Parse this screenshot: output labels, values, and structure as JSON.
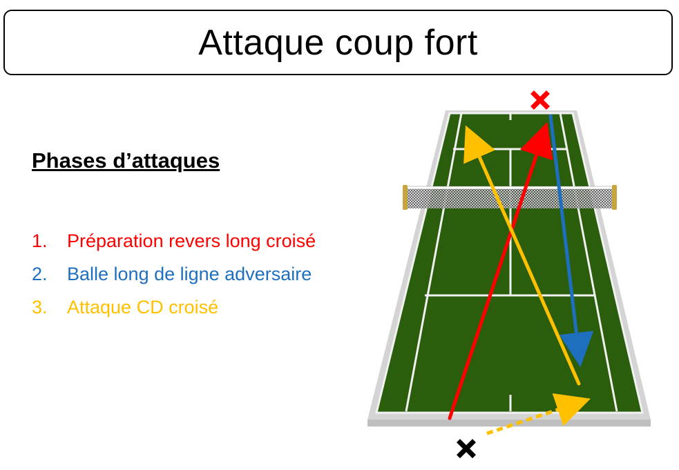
{
  "title": "Attaque coup fort",
  "phases": {
    "heading": "Phases d’attaques",
    "items": [
      {
        "number": "1.",
        "text": "Préparation revers long croisé",
        "color": "#ff0000"
      },
      {
        "number": "2.",
        "text": "Balle long de ligne adversaire",
        "color": "#1f6fbf"
      },
      {
        "number": "3.",
        "text": "Attaque CD croisé",
        "color": "#ffc000"
      }
    ]
  },
  "court": {
    "surface_color": "#2a5e0c",
    "border_color": "#d4d4d4",
    "line_color": "#f2f2f2",
    "net_color": "#3a3a3a",
    "post_color": "#c8a53c"
  },
  "players": {
    "opponent_marker_color": "#ff0000",
    "player_marker_color": "#000000"
  },
  "arrows": {
    "phase1_color": "#ff0000",
    "phase2_color": "#1f6fbf",
    "phase3_color": "#ffc000"
  }
}
